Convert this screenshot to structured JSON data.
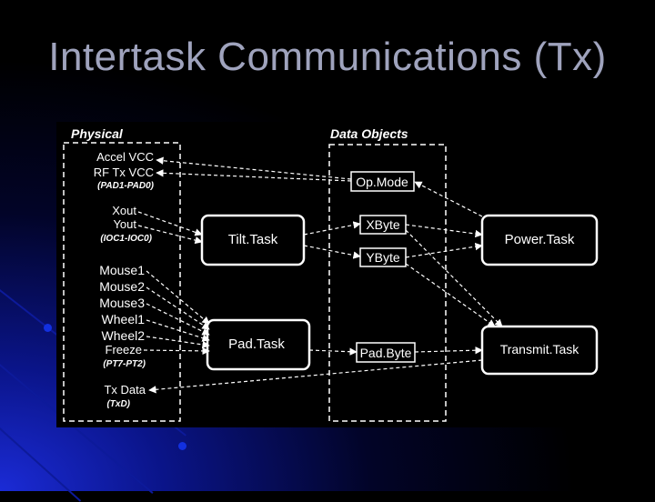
{
  "slide": {
    "title": "Intertask Communications (Tx)"
  },
  "sections": {
    "physical": "Physical",
    "data_objects": "Data Objects"
  },
  "signals": {
    "accel_vcc": "Accel VCC",
    "rf_tx_vcc": "RF Tx VCC",
    "pad_ports": "(PAD1-PAD0)",
    "xout": "Xout",
    "yout": "Yout",
    "ioc_ports": "(IOC1-IOC0)",
    "mouse1": "Mouse1",
    "mouse2": "Mouse2",
    "mouse3": "Mouse3",
    "wheel1": "Wheel1",
    "wheel2": "Wheel2",
    "freeze": "Freeze",
    "pt_ports": "(PT7-PT2)",
    "tx_data": "Tx Data",
    "txd_port": "(TxD)"
  },
  "tasks": {
    "tilt": "Tilt.Task",
    "pad": "Pad.Task",
    "power": "Power.Task",
    "transmit": "Transmit.Task"
  },
  "data_objects": {
    "opmode": "Op.Mode",
    "xbyte": "XByte",
    "ybyte": "YByte",
    "padbyte": "Pad.Byte"
  },
  "colors": {
    "panel": "#000000",
    "stroke": "#ffffff",
    "title": "#9fa3bd",
    "accent": "#1230e0"
  }
}
